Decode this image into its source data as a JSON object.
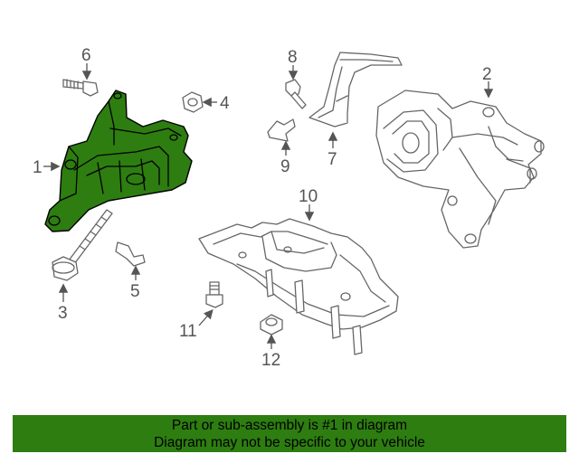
{
  "callouts": {
    "c1": "1",
    "c2": "2",
    "c3": "3",
    "c4": "4",
    "c5": "5",
    "c6": "6",
    "c7": "7",
    "c8": "8",
    "c9": "9",
    "c10": "10",
    "c11": "11",
    "c12": "12"
  },
  "banner": {
    "line1": "Part or sub-assembly is #1 in diagram",
    "line2": "Diagram may not be specific to your vehicle"
  },
  "colors": {
    "highlight": "#2e7d11",
    "banner_bg": "#2e7d11",
    "linework": "#666666"
  }
}
